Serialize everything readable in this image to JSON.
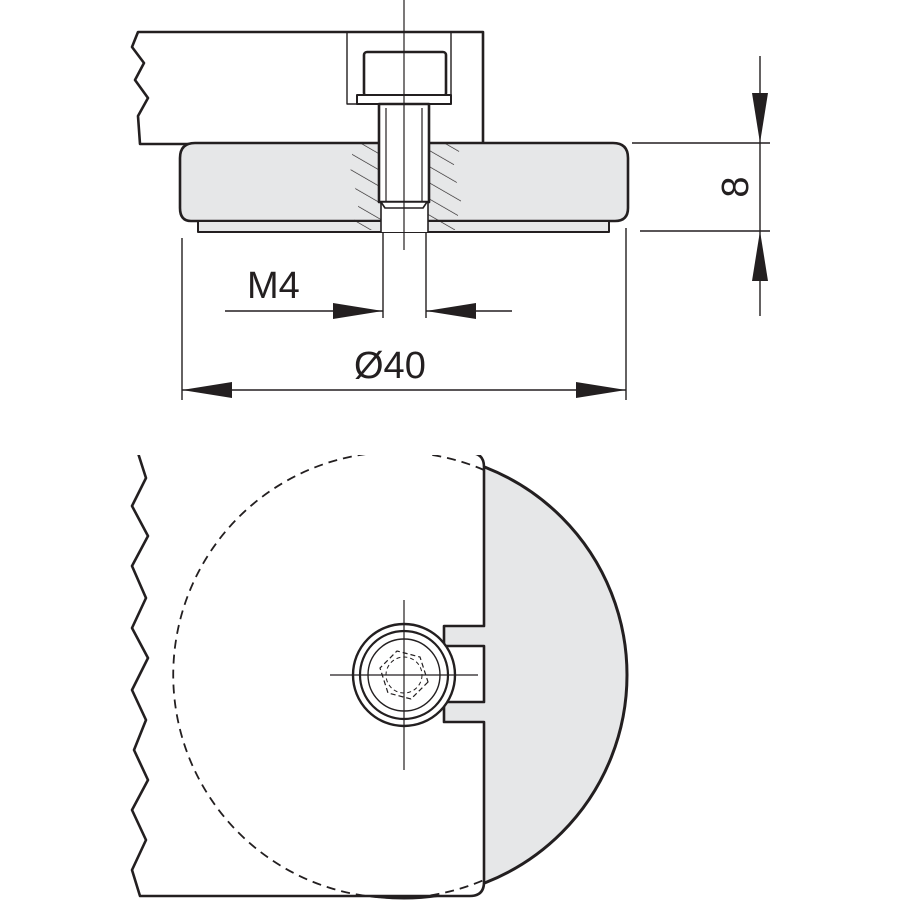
{
  "dimensions": {
    "thread_label": "M4",
    "diameter_label": "Ø40",
    "height_label": "8"
  },
  "colors": {
    "line": "#231f20",
    "magnet_fill": "#e6e7e8",
    "background": "#ffffff"
  }
}
